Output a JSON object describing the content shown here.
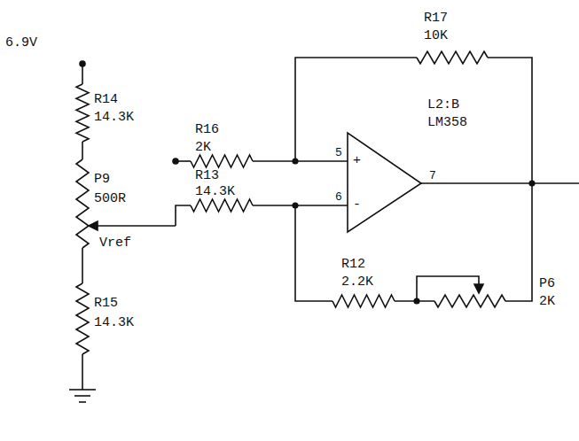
{
  "diagram": {
    "labels": [
      "6.9V",
      "R14",
      "14.3K",
      "P9",
      "500R",
      "Vref",
      "R15",
      "14.3K",
      "R16",
      "2K",
      "R13",
      "14.3K",
      "R17",
      "10K",
      "L2:B",
      "LM358",
      "5",
      "6",
      "7",
      "+",
      "-",
      "R12",
      "2.2K",
      "P6",
      "2K"
    ]
  }
}
